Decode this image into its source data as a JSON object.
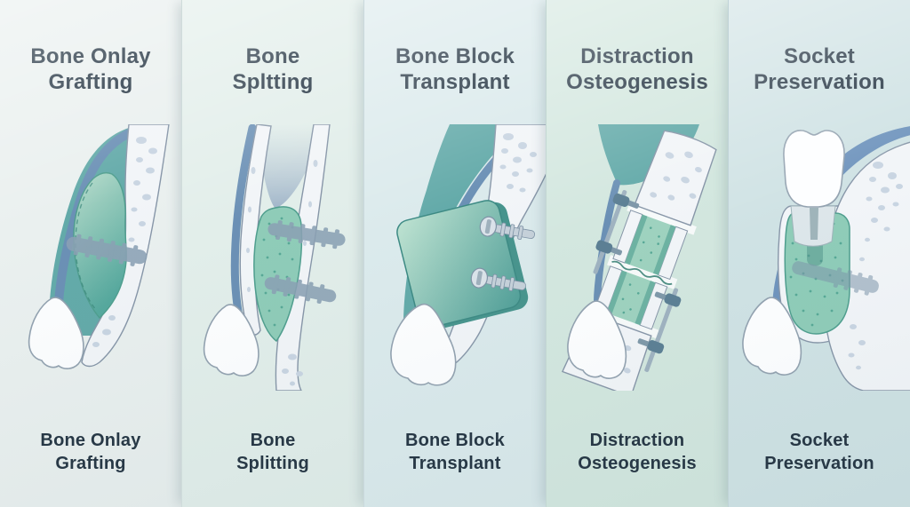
{
  "infographic": {
    "columns": [
      {
        "id": "bone-onlay-grafting",
        "header_line1": "Bone Onlay",
        "header_line2": "Grafting",
        "footer_line1": "Bone Onlay",
        "footer_line2": "Grafting"
      },
      {
        "id": "bone-splitting",
        "header_line1": "Bone",
        "header_line2": "Spltting",
        "footer_line1": "Bone",
        "footer_line2": "Splitting"
      },
      {
        "id": "bone-block-transplant",
        "header_line1": "Bone Block",
        "header_line2": "Transplant",
        "footer_line1": "Bone Block",
        "footer_line2": "Transplant"
      },
      {
        "id": "distraction-osteogenesis",
        "header_line1": "Distraction",
        "header_line2": "Osteogenesis",
        "footer_line1": "Distraction",
        "footer_line2": "Osteogenesis"
      },
      {
        "id": "socket-preservation",
        "header_line1": "Socket",
        "header_line2": "Preservation",
        "footer_line1": "Socket",
        "footer_line2": "Preservation"
      }
    ],
    "colors": {
      "title_text": "#243442",
      "gum_teal": "#63aaa9",
      "periosteum_blue": "#6b90b5",
      "bone_white": "#f2f5f8",
      "bone_outline": "#8796a8",
      "spongy_speckle": "#c9d5e2",
      "graft_green": "#8fccb8",
      "graft_green_dark": "#4f9e8e",
      "screw_gray": "#8ba1b4",
      "device_slate": "#5c7f94",
      "tooth_white": "#fdfeff",
      "column_backgrounds": [
        "#eaf0ef",
        "#e2eeea",
        "#dbeaec",
        "#d3e7df",
        "#cfe2e4"
      ]
    }
  }
}
